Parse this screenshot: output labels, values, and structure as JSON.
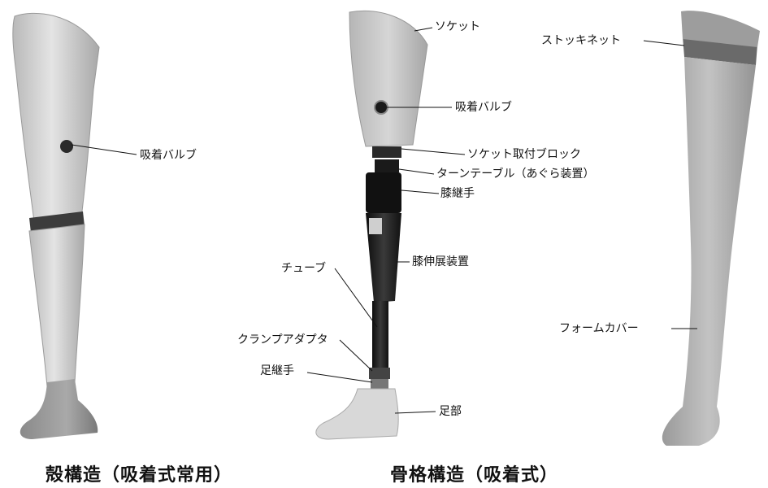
{
  "left_leg": {
    "labels": {
      "suction_valve": "吸着バルブ"
    },
    "caption": "殻構造（吸着式常用）"
  },
  "middle_leg": {
    "labels": {
      "socket": "ソケット",
      "suction_valve": "吸着バルブ",
      "socket_mount_block": "ソケット取付ブロック",
      "turntable": "ターンテーブル（あぐら装置）",
      "knee_joint": "膝継手",
      "knee_extension": "膝伸展装置",
      "tube": "チューブ",
      "clamp_adapter": "クランプアダプタ",
      "ankle_joint": "足継手",
      "foot": "足部"
    },
    "caption": "骨格構造（吸着式）"
  },
  "right_leg": {
    "labels": {
      "stockinet": "ストッキネット",
      "foam_cover": "フォームカバー"
    }
  }
}
